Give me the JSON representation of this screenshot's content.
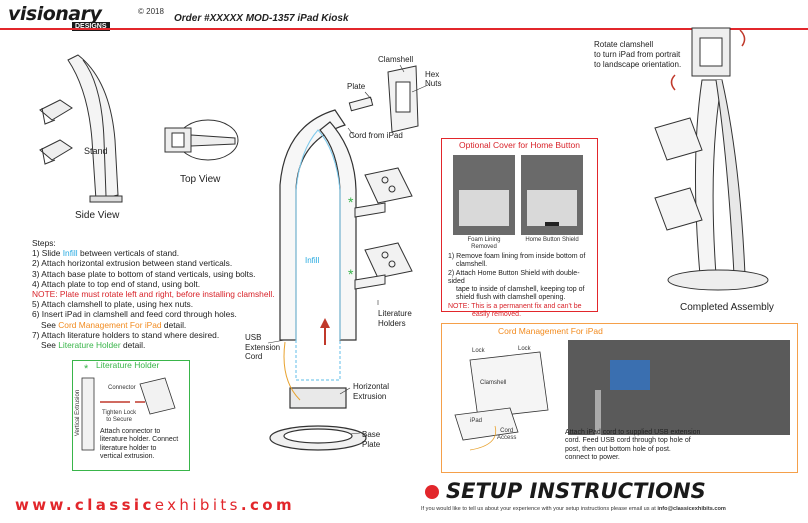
{
  "header": {
    "brand": "visionary",
    "brand_sub": "DESIGNS",
    "copyright": "© 2018",
    "order": "Order #XXXXX    MOD-1357 iPad Kiosk"
  },
  "views": {
    "stand": "Stand",
    "side_view": "Side View",
    "top_view": "Top View",
    "infill": "Infill",
    "completed": "Completed Assembly",
    "rotate_note": [
      "Rotate clamshell",
      "to turn iPad from portrait",
      "to landscape orientation."
    ]
  },
  "callouts": {
    "clamshell": "Clamshell",
    "hex_nuts": [
      "Hex",
      "Nuts"
    ],
    "plate": "Plate",
    "cord_from_ipad": "Cord from iPad",
    "literature_holders": [
      "Literature",
      "Holders"
    ],
    "usb_extension_cord": [
      "USB",
      "Extension",
      "Cord"
    ],
    "horizontal_extrusion": [
      "Horizontal",
      "Extrusion"
    ],
    "base_plate": [
      "Base",
      "Plate"
    ]
  },
  "steps": {
    "heading": "Steps:",
    "s1_pre": "1) Slide ",
    "s1_link": "Infill",
    "s1_post": " between verticals of stand.",
    "s2": "2) Attach horizontal extrusion between stand verticals.",
    "s3": "3) Attach base plate to bottom of stand verticals, using bolts.",
    "s4": "4) Attach plate to top end of stand, using bolt.",
    "note": "NOTE: Plate must rotate left and right, before installing clamshell.",
    "s5": "5) Attach clamshell to plate, using hex nuts.",
    "s6": "6) Insert iPad in clamshell and feed cord through holes.",
    "s6_see": "See ",
    "s6_link": "Cord Management For iPad",
    "s6_post": " detail.",
    "s7": "7) Attach literature holders to stand where desired.",
    "s7_see": "See ",
    "s7_link": "Literature Holder",
    "s7_post": " detail."
  },
  "home_button": {
    "title": "Optional Cover for Home Button",
    "foam_label": [
      "Foam Lining",
      "Removed"
    ],
    "shield_label": "Home Button Shield",
    "i1": [
      "1) Remove foam lining from inside bottom of",
      "clamshell."
    ],
    "i2": [
      "2) Attach Home Button Shield with double-sided",
      "tape to inside of clamshell, keeping top of",
      "shield flush with clamshell opening."
    ],
    "note": [
      "NOTE: This is a permanent fix and can't be",
      "easily removed."
    ]
  },
  "cord_mgmt": {
    "title": "Cord Management For iPad",
    "lock1": "Lock",
    "lock2": "Lock",
    "clamshell": "Clamshell",
    "ipad": "iPad",
    "cord_access": [
      "Cord",
      "Access"
    ],
    "text": [
      "Attach iPad cord to supplied USB extension",
      "cord. Feed USB cord through top hole of",
      "post, then out bottom hole of post.",
      "connect to power."
    ]
  },
  "literature": {
    "title": "Literature Holder",
    "connector": "Connector",
    "tighten": [
      "Tighten Lock",
      "to Secure"
    ],
    "vertical_extrusion": "Vertical Extrusion",
    "text": [
      "Attach connector to",
      "literature holder. Connect",
      "literature holder to",
      "vertical extrusion."
    ]
  },
  "footer": {
    "url_prefix": "www.",
    "url_bold": "classic",
    "url_light": "exhibits",
    "url_suffix": ".com",
    "title": "SETUP INSTRUCTIONS",
    "note_pre": "If you would like to tell us about your experience with your setup instructions please email us at ",
    "email": "info@classicexhibits.com"
  },
  "colors": {
    "red": "#e2262b",
    "cyan": "#26a9e0",
    "orange": "#f28b1f",
    "green": "#39b54a"
  }
}
